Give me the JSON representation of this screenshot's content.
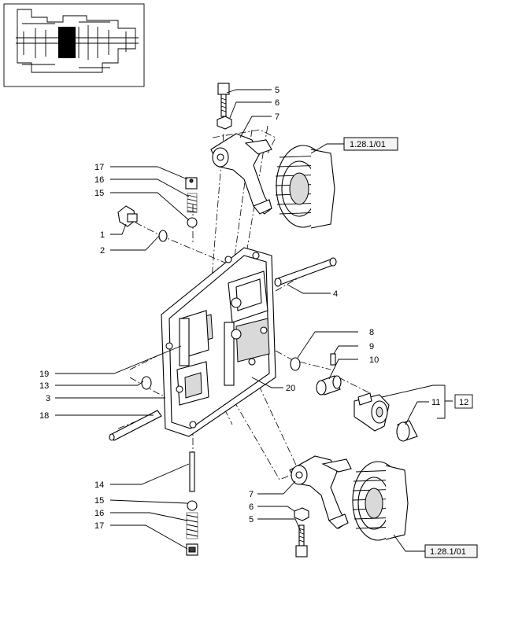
{
  "callouts": {
    "c5_top": "5",
    "c6_top": "6",
    "c7_top": "7",
    "c17_top": "17",
    "c16_top": "16",
    "c15_top": "15",
    "c1": "1",
    "c2": "2",
    "c4": "4",
    "c8": "8",
    "c9": "9",
    "c10": "10",
    "c11": "11",
    "c12": "12",
    "c19": "19",
    "c13": "13",
    "c3": "3",
    "c18": "18",
    "c20": "20",
    "c14": "14",
    "c15_bot": "15",
    "c16_bot": "16",
    "c17_bot": "17",
    "c7_bot": "7",
    "c6_bot": "6",
    "c5_bot": "5"
  },
  "references": {
    "ref_top": "1.28.1/01",
    "ref_bottom": "1.28.1/01"
  }
}
